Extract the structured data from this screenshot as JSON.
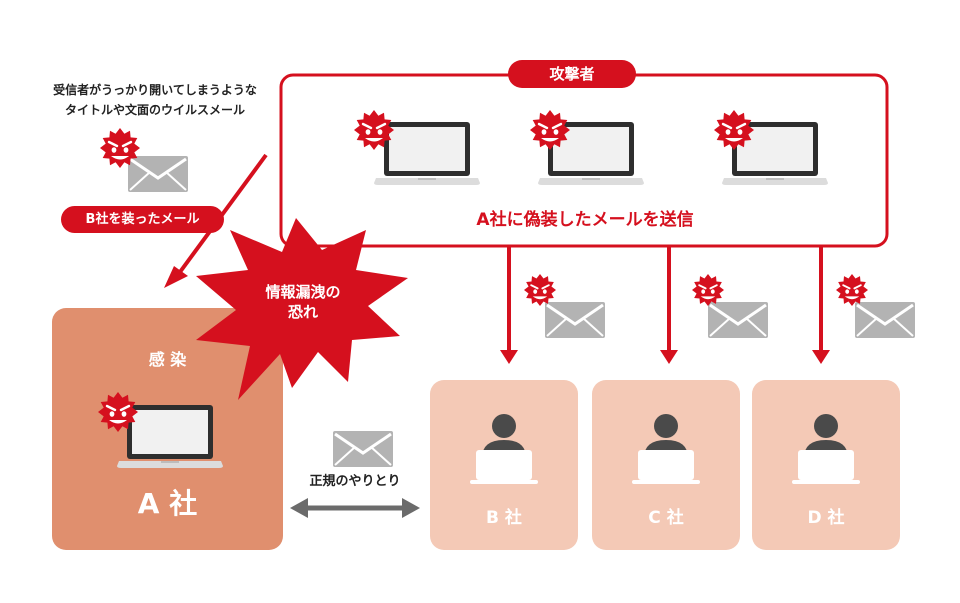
{
  "diagram": {
    "attacker_label": "攻撃者",
    "attacker_action": "A社に偽装したメールを送信",
    "virus_note_line1": "受信者がうっかり開いてしまうような",
    "virus_note_line2": "タイトルや文面のウイルスメール",
    "fake_mail_label": "B社を装ったメール",
    "leak_line1": "情報漏洩の",
    "leak_line2": "恐れ",
    "infected_label": "感 染",
    "company_a": "A 社",
    "company_b": "B 社",
    "company_c": "C 社",
    "company_d": "D 社",
    "legit_exchange": "正規のやりとり"
  },
  "colors": {
    "accent_red": "#d5101e",
    "infected_box": "#e08f6e",
    "partner_box": "#f4c9b6",
    "mail_gray": "#b3b3b3",
    "arrow_gray": "#6b6b6b",
    "person_dark": "#4a4a4a"
  },
  "icons": [
    "virus-icon",
    "laptop-icon",
    "mail-icon",
    "person-icon",
    "arrow-icon",
    "burst-shape"
  ]
}
